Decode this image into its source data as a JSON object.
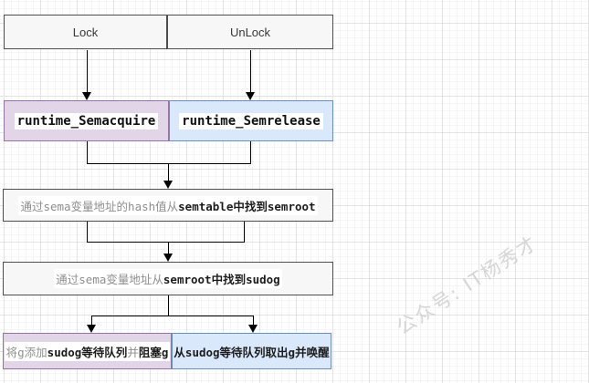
{
  "nodes": {
    "lock": {
      "label": "Lock"
    },
    "unlock": {
      "label": "UnLock"
    },
    "semacquire": {
      "label": "runtime_Semacquire"
    },
    "semrelease": {
      "label": "runtime_Semrelease"
    },
    "find_semroot": {
      "seg_gray": "通过sema变量地址的hash值从",
      "seg_dark": "semtable中找到semroot"
    },
    "find_sudog": {
      "seg_gray": "通过sema变量地址从",
      "seg_dark": "semroot中找到sudog"
    },
    "block_g": {
      "seg1_gray": "将g添加",
      "seg2_dark": "sudog等待队列",
      "seg3_gray": "并",
      "seg4_dark": "阻塞g"
    },
    "wakeup_g": {
      "label": "从sudog等待队列取出g并唤醒"
    }
  },
  "watermark": {
    "text": "公众号: IT杨秀才"
  },
  "colors": {
    "gray_node_fill": "#f7f7f7",
    "gray_node_border": "#4d4d4d",
    "purple_node_fill": "#e1d5e7",
    "purple_node_border": "#9673a6",
    "blue_node_fill": "#dae8fc",
    "blue_node_border": "#6c8ebf",
    "muted_text": "#8f8f8f",
    "dark_text": "#1c1c1c",
    "grid_major": "#e3e3e3",
    "grid_minor": "#f4f4f4",
    "watermark_text": "#d5d5d5",
    "arrow": "#000000"
  }
}
